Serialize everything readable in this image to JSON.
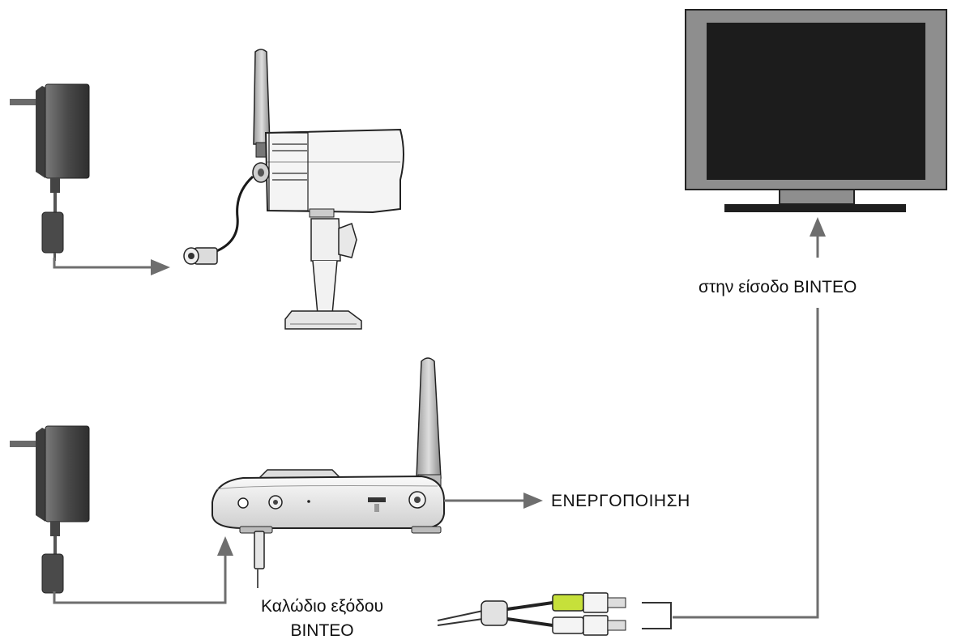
{
  "labels": {
    "video_input": "στην είσοδο ΒΙΝΤΕΟ",
    "power": "ΕΝΕΡΓΟΠΟΙΗΣΗ",
    "video_output_cable_line1": "Καλώδιο εξόδου",
    "video_output_cable_line2": "ΒΙΝΤΕΟ"
  },
  "colors": {
    "line": "#6e6e6e",
    "device_body": "#f1f1f1",
    "device_stroke": "#2a2a2a",
    "adapter": "#5a5a5a",
    "screen": "#1c1c1c",
    "tv_frame": "#8e8e8e",
    "rca_yellow": "#c6e03a"
  }
}
